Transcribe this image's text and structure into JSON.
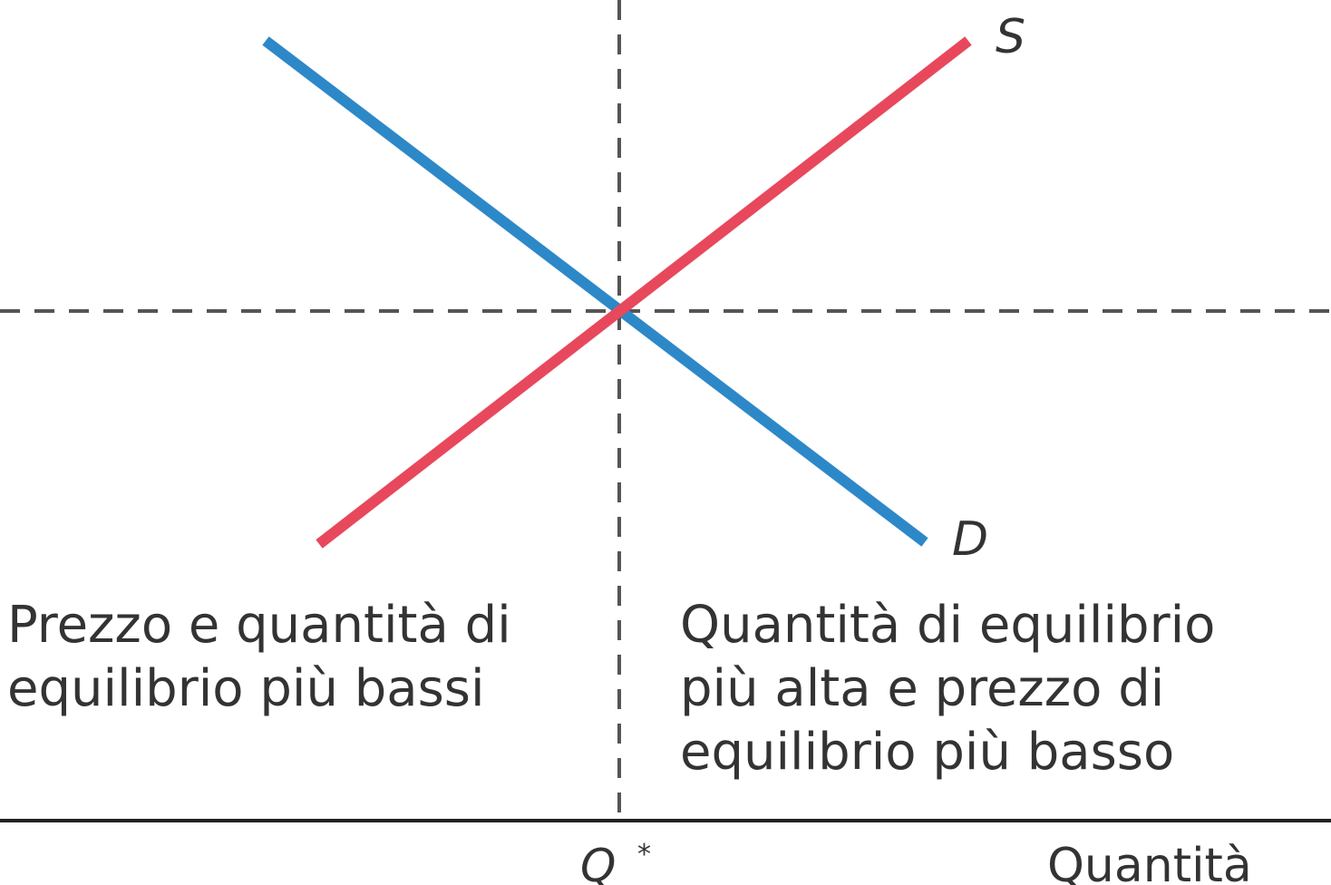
{
  "colors": {
    "supply": "#e8485c",
    "demand": "#2d88c8",
    "guides": "#555555",
    "axis": "#222222",
    "text": "#333333"
  },
  "curves": {
    "supply_label": "S",
    "demand_label": "D"
  },
  "axis": {
    "x_label": "Quantità",
    "x_tick": "Q",
    "x_tick_superscript": "*"
  },
  "annotations": {
    "left": [
      "Prezzo e quantità di",
      "equilibrio più bassi"
    ],
    "right": [
      "Quantità di equilibrio",
      "più alta e prezzo di",
      "equilibrio più basso"
    ]
  }
}
